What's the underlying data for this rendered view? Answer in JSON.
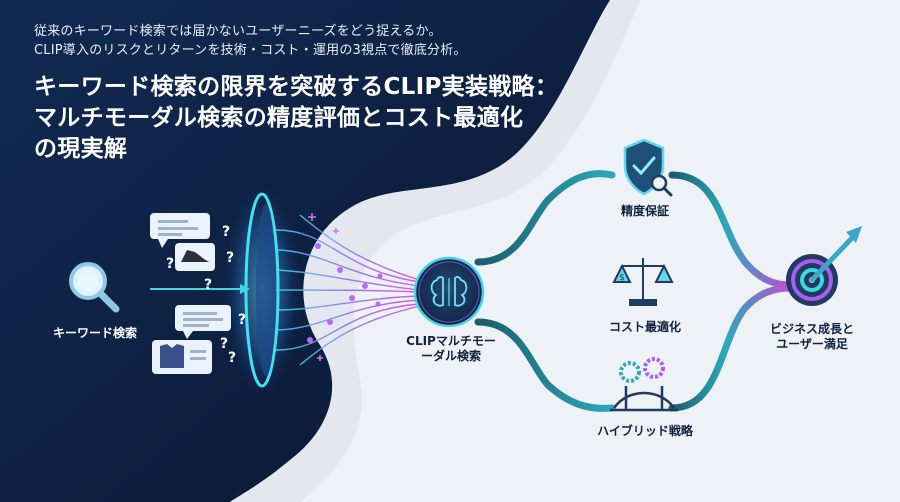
{
  "subtitle": "従来のキーワード検索では届かないユーザーニーズをどう捉えるか。\nCLIP導入のリスクとリターンを技術・コスト・運用の3視点で徹底分析。",
  "title": "キーワード検索の限界を突破するCLIP実装戦略：\nマルチモーダル検索の精度評価とコスト最適化\nの現実解",
  "nodes": {
    "keyword": "キーワード検索",
    "clip": "CLIPマルチモー\nーダル検索",
    "accuracy": "精度保証",
    "cost": "コスト最適化",
    "hybrid": "ハイブリッド戦略",
    "business": "ビジネス成長と\nユーザー満足"
  },
  "query_marks": [
    "?",
    "?",
    "?",
    "?",
    "?",
    "?",
    "?"
  ],
  "icons": {
    "keyword": "magnifier-icon",
    "queries": [
      "chat-bubble-icon",
      "shoe-icon",
      "shirt-icon"
    ],
    "clip": "brain-chip-icon",
    "accuracy": "shield-check-icon",
    "cost": "balance-scale-icon",
    "hybrid": "gears-bridge-icon",
    "business": "target-arrow-icon"
  },
  "colors": {
    "background_dark": "#0d1f3f",
    "background_light": "#eef1f5",
    "cyan": "#3fd6e8",
    "purple": "#a85cf0",
    "magenta": "#d24bd8",
    "teal_path": "#1d6a78"
  }
}
